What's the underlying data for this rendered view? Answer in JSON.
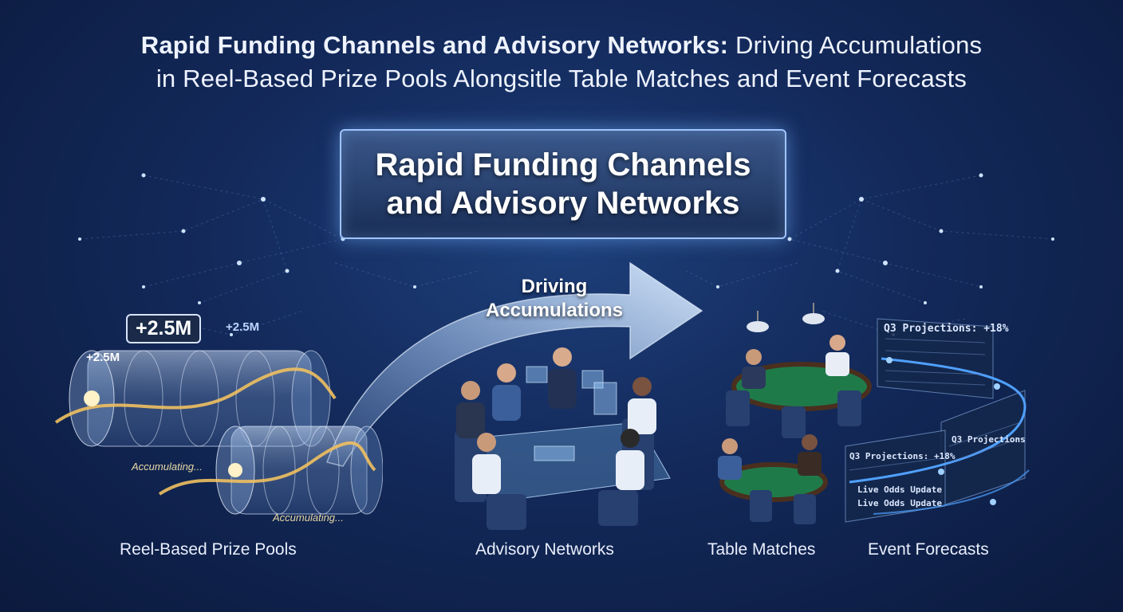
{
  "header": {
    "title_bold": "Rapid Funding Channels and Advisory Networks:",
    "title_rest_line1": "Driving Accumulations",
    "title_line2": "in Reel-Based Prize Pools Alongsitle Table Matches and Event Forecasts"
  },
  "banner": {
    "text": "Rapid Funding Channels and Advisory Networks"
  },
  "arrow": {
    "label": "Driving Accumulations"
  },
  "reels": {
    "badge_main": "+2.5M",
    "badge_left": "+2.5M",
    "badge_right": "+2.5M",
    "status_1": "Accumulating...",
    "status_2": "Accumulating..."
  },
  "forecasts": {
    "panel_top_title": "Q3 Projections: +18%",
    "panel_bottom_title": "Q3 Projections: +18%",
    "panel_mid_title": "Q3 Projections",
    "odds_1": "Live Odds Update",
    "odds_2": "Live Odds Update"
  },
  "captions": {
    "reels": "Reel-Based Prize Pools",
    "advisory": "Advisory Networks",
    "tables": "Table Matches",
    "events": "Event Forecasts"
  },
  "colors": {
    "background": "#13295a",
    "accent_glow": "#9fc4ff",
    "felt_green": "#1f7a4a",
    "gold": "#f0c060"
  }
}
